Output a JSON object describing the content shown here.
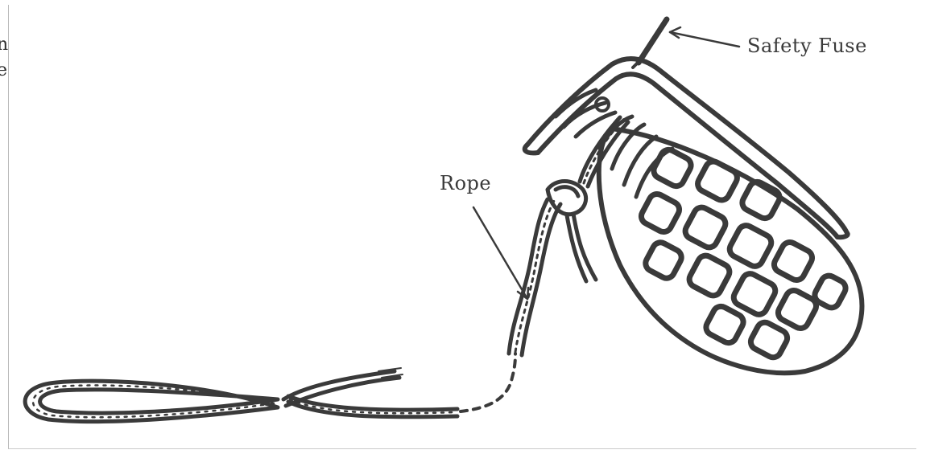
{
  "labels": {
    "safety_fuse": "Safety Fuse",
    "rope": "Rope"
  },
  "edge_fragments": [
    "n",
    "e"
  ],
  "colors": {
    "ink": "#3a3a3a",
    "paper": "#ffffff"
  }
}
